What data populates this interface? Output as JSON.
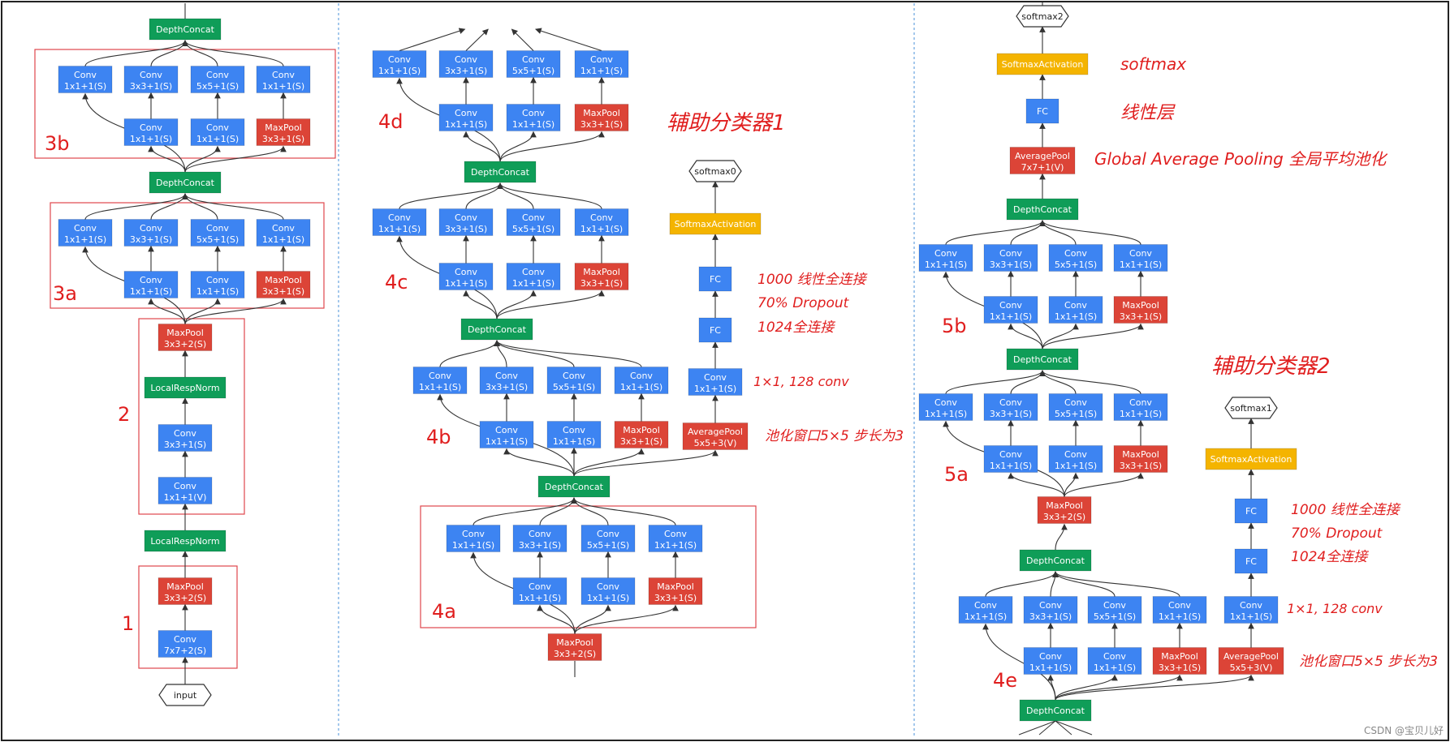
{
  "colors": {
    "conv": "#3d84f2",
    "pool": "#dc4437",
    "concat": "#0f9d58",
    "norm": "#0f9d58",
    "activation": "#f4b400",
    "annotation": "#e01e1e",
    "edge": "#333333",
    "frame": "#e0474c"
  },
  "labels": {
    "conv": "Conv",
    "maxpool": "MaxPool",
    "avgpool": "AveragePool",
    "depthconcat": "DepthConcat",
    "localrespnorm": "LocalRespNorm",
    "softmaxactivation": "SoftmaxActivation",
    "fc": "FC",
    "k1": "1x1+1(S)",
    "k3": "3x3+1(S)",
    "k5": "5x5+1(S)",
    "p3": "3x3+1(S)",
    "p3s2": "3x3+2(S)",
    "k7": "7x7+2(S)",
    "k1v": "1x1+1(V)",
    "avg5": "5x5+3(V)",
    "avg7": "7x7+1(V)",
    "input": "input",
    "softmax0": "softmax0",
    "softmax1": "softmax1",
    "softmax2": "softmax2"
  },
  "stage_labels": {
    "s1": "1",
    "s2": "2",
    "s3a": "3a",
    "s3b": "3b",
    "s4a": "4a",
    "s4b": "4b",
    "s4c": "4c",
    "s4d": "4d",
    "s4e": "4e",
    "s5a": "5a",
    "s5b": "5b"
  },
  "annotations": {
    "aux1_title": "辅助分类器1",
    "aux2_title": "辅助分类器2",
    "fc1000": "1000 线性全连接",
    "dropout": "70% Dropout",
    "fc1024": "1024全连接",
    "conv128": "1×1, 128 conv",
    "pool_note": "池化窗口5×5 步长为3",
    "softmax": "softmax",
    "linear": "线性层",
    "gap": "Global Average Pooling 全局平均池化"
  },
  "watermark": "CSDN @宝贝儿好"
}
